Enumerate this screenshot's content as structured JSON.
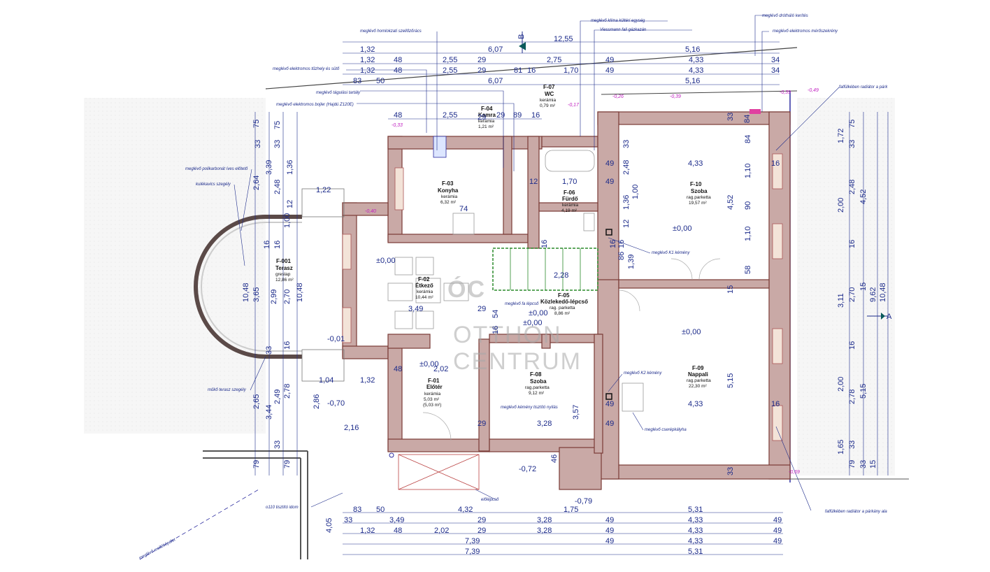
{
  "annotations": {
    "homlokzati": "meglévő homlokzati szellőzőrács",
    "klima": "meglévő klíma kültéri egység",
    "vessmann": "Viessmann fali gázkazán",
    "drot": "meglévő drótháló kerítés",
    "merō": "meglévő elektromos mérőszekrény",
    "tuzhely": "meglévő elektromos tűzhely és sütő",
    "tagulasi": "meglévő tágulási tartály",
    "bojler": "meglévő elektromos bojler (Hajdú Z120E)",
    "polikarbonat": "meglévő polikarbonát íves előtető",
    "kulekavics": "kulékavics szegély",
    "muko": "műkő terasz szegély",
    "tisztito": "ο110 tisztító idom",
    "melleképulet": "meglévő melléképület",
    "falfulke1": "falfülkében radiátor a párk",
    "falfulke2": "falfülkében radiátor a párkány ala",
    "k1": "meglévő K1 kémény",
    "k2": "meglévő K2 kémény",
    "kemeny_nyilas": "meglévő kémény tisztító nyílás",
    "csempe": "meglévő cserépkályha",
    "falepcso": "meglévő fa lépcső",
    "elolepcso": "előlépcső"
  },
  "rooms": [
    {
      "code": "F-001",
      "name": "Terasz",
      "mat": "greslap",
      "area": "12,86 m²"
    },
    {
      "code": "F-02",
      "name": "Étkező",
      "mat": "kerámia",
      "area": "10,44 m²"
    },
    {
      "code": "F-03",
      "name": "Konyha",
      "mat": "kerámia",
      "area": "6,32 m²"
    },
    {
      "code": "F-04",
      "name": "Kamra",
      "mat": "kerámia",
      "area": "1,21 m²"
    },
    {
      "code": "F-07",
      "name": "WC",
      "mat": "kerámia",
      "area": "0,79 m²"
    },
    {
      "code": "F-06",
      "name": "Fürdő",
      "mat": "kerámia",
      "area": "4,19 m²"
    },
    {
      "code": "F-10",
      "name": "Szoba",
      "mat": "rag.parketta",
      "area": "19,57 m²"
    },
    {
      "code": "F-05",
      "name": "Közlekedő-lépcső",
      "mat": "rag. parketta",
      "area": "8,86 m²"
    },
    {
      "code": "F-09",
      "name": "Nappali",
      "mat": "rag.parketta",
      "area": "22,30 m²"
    },
    {
      "code": "F-08",
      "name": "Szoba",
      "mat": "rag.parketta",
      "area": "9,12 m²"
    },
    {
      "code": "F-01",
      "name": "Előtér",
      "mat": "kerámia",
      "area": "5,03 m²",
      "area2": "(5,03 m²)"
    }
  ],
  "levels": {
    "l1": "-0,33",
    "l2": "-0,17",
    "l3": "-0,26",
    "l4": "-0,39",
    "l5": "-0,39",
    "l6": "-0,49",
    "l7": "-0,40",
    "l8": "-0,01",
    "l9": "-0,70",
    "l10": "-0,72",
    "l11": "-0,79",
    "l12": "-0,69"
  },
  "zero": "±0,00",
  "top_dims": {
    "total": "12,55",
    "row1": [
      "1,32",
      "6,07",
      "5,16"
    ],
    "row2": [
      "1,32",
      "48",
      "2,55",
      "29",
      "2,75",
      "49",
      "4,33",
      "34"
    ],
    "row3": [
      "1,32",
      "48",
      "2,55",
      "29",
      "81",
      "16",
      "1,70",
      "49",
      "4,33",
      "34"
    ],
    "row4": [
      "83",
      "50",
      "6,07",
      "5,16"
    ],
    "row5": [
      "48",
      "2,55",
      "29",
      "89",
      "16"
    ],
    "b_marker": "B"
  },
  "bottom_dims": {
    "row1": [
      "83",
      "50",
      "4,32",
      "1,75",
      "5,31"
    ],
    "row2": [
      "33",
      "3,49",
      "29",
      "3,28",
      "49",
      "4,33",
      "49"
    ],
    "row3": [
      "1,32",
      "48",
      "2,02",
      "29",
      "3,28",
      "49",
      "4,33",
      "49"
    ],
    "row4": [
      "7,39",
      "49",
      "4,33",
      "49"
    ],
    "row5": [
      "7,39",
      "5,31"
    ],
    "side": "4,05"
  },
  "left_dims": [
    "75",
    "33",
    "3,39",
    "2,64",
    "2,48",
    "1,00",
    "16",
    "10,48",
    "3,65",
    "2,99",
    "2,70",
    "10,48",
    "16",
    "2,65",
    "3,44",
    "2,49",
    "2,78",
    "2,86",
    "33",
    "79",
    "75",
    "33",
    "1,36",
    "12",
    "16",
    "33",
    "79"
  ],
  "right_dims": [
    "1,72",
    "33",
    "75",
    "2,00",
    "2,48",
    "4,52",
    "16",
    "3,11",
    "2,70",
    "15",
    "9,62",
    "10,48",
    "16",
    "2,00",
    "2,78",
    "5,15",
    "1,65",
    "33",
    "79",
    "33",
    "15"
  ],
  "inner_dims": [
    "1,22",
    "1,04",
    "1,32",
    "2,16",
    "4,33",
    "4,33",
    "4,52",
    "5,15",
    "1,10",
    "90",
    "1,10",
    "84",
    "58",
    "15",
    "3,49",
    "2,02",
    "3,28",
    "2,28",
    "1,70",
    "74",
    "1,39",
    "86",
    "16",
    "16",
    "33",
    "33",
    "48",
    "29",
    "29",
    "54",
    "16",
    "3,57",
    "46",
    "29",
    "49",
    "49",
    "49",
    "49",
    "16",
    "16",
    "12",
    "16",
    "1,36",
    "2,48",
    "1,00",
    "12",
    "33",
    "84"
  ],
  "watermark": {
    "line1": "OTTHON",
    "line2": "CENTRUM",
    "logo": "ÓC"
  },
  "section_a": "A",
  "colors": {
    "wall_fill": "#c9a9a6",
    "wall_stroke": "#7a3b36",
    "dim": "#1b2a8a",
    "level": "#c020c0",
    "parcel": "#2e2ea0"
  }
}
